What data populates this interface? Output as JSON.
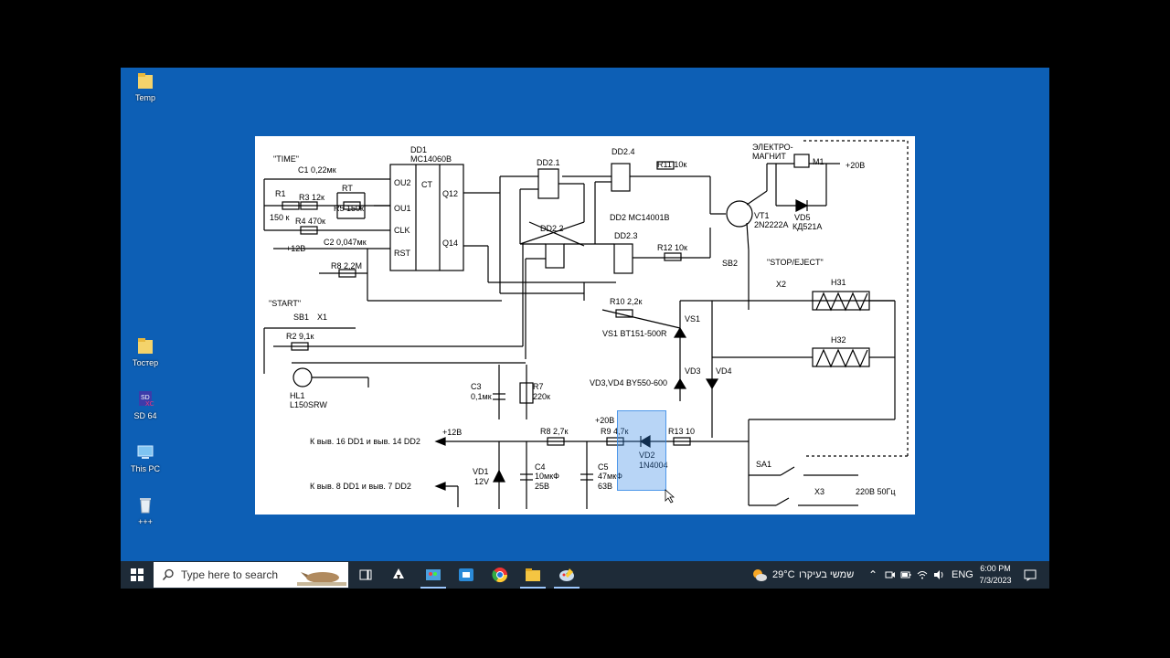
{
  "desktop": {
    "icons": [
      {
        "label": "Temp",
        "icon": "folder-icon"
      },
      {
        "label": "Тостер",
        "icon": "folder-icon"
      },
      {
        "label": "SD 64",
        "icon": "sd-card-icon"
      },
      {
        "label": "This PC",
        "icon": "computer-icon"
      },
      {
        "label": "+++",
        "icon": "recycle-bin-icon"
      }
    ]
  },
  "schematic": {
    "labels": {
      "time": "\"TIME\"",
      "c1": "C1 0,22мк",
      "dd1": "DD1",
      "dd1_part": "MC14060B",
      "pin_ou2": "OU2",
      "pin_ou1": "OU1",
      "pin_clk": "CLK",
      "pin_rst": "RST",
      "ct": "CT",
      "q12": "Q12",
      "q14": "Q14",
      "r1": "R1",
      "r1_val": "150 к",
      "r3": "R3 12к",
      "rt": "RT",
      "r5": "R5 150к",
      "r4": "R4 470к",
      "c2": "C2 0,047мк",
      "plus12": "+12В",
      "r8": "R8 2,2M",
      "dd21": "DD2.1",
      "dd22": "DD2.2",
      "dd24": "DD2.4",
      "dd23": "DD2.3",
      "dd2": "DD2 MC14001B",
      "r11": "R11 10к",
      "r12": "R12 10к",
      "electromagnet_1": "ЭЛЕКТРО-",
      "electromagnet_2": "МАГНИТ",
      "m1": "M1",
      "plus20": "+20В",
      "vt1": "VT1",
      "vt1_part": "2N2222A",
      "vd5": "VD5",
      "vd5_part": "КД521А",
      "sb2": "SB2",
      "stop_eject": "\"STOP/EJECT\"",
      "start": "\"START\"",
      "sb1": "SB1",
      "x1": "X1",
      "r2": "R2 9,1к",
      "hl1": "HL1",
      "hl1_part": "L150SRW",
      "r10": "R10 2,2к",
      "vs1": "VS1",
      "vs1_part": "VS1 BT151-500R",
      "x2": "X2",
      "h31": "H31",
      "h32": "H32",
      "vd3": "VD3",
      "vd4": "VD4",
      "vd34_part": "VD3,VD4 BY550-600",
      "c3": "C3",
      "c3_val": "0,1мк",
      "r7": "R7",
      "r7_val": "220к",
      "r8b": "R8 2,7к",
      "plus20b": "+20В",
      "r9": "R9 4,7к",
      "r13": "R13 10",
      "vd2": "VD2",
      "vd2_part": "1N4004",
      "k_vyv1": "К выв. 16 DD1 и выв. 14 DD2",
      "plus12b": "+12В",
      "k_vyv2": "К выв. 8 DD1 и выв. 7 DD2",
      "vd1": "VD1",
      "vd1_val": "12V",
      "c4": "C4",
      "c4_val": "10мкФ",
      "c4_v": "25В",
      "c5": "C5",
      "c5_val": "47мкФ",
      "c5_v": "63В",
      "sa1": "SA1",
      "x3": "X3",
      "mains": "220В 50Гц"
    }
  },
  "taskbar": {
    "search_placeholder": "Type here to search",
    "weather": "29°C",
    "weather_text": "שמשי בעיקרו",
    "language": "ENG",
    "time": "6:00 PM",
    "date": "7/3/2023"
  }
}
